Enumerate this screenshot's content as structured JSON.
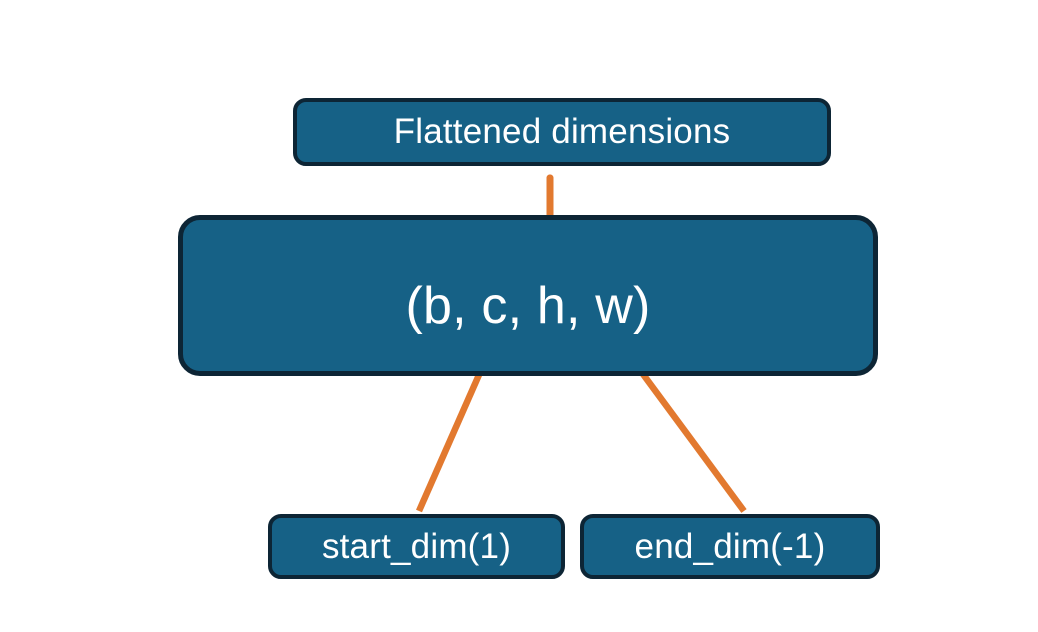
{
  "diagram": {
    "title": "Flatten dimensions diagram",
    "background_color": "#ffffff",
    "node_fill_color": "#166186",
    "node_border_color": "#0d2535",
    "node_text_color": "#ffffff",
    "connector_color": "#e2792f",
    "nodes": {
      "flattened": {
        "label": "Flattened dimensions"
      },
      "shape": {
        "label": "(b, c, h, w)"
      },
      "start_dim": {
        "label": "start_dim(1)"
      },
      "end_dim": {
        "label": "end_dim(-1)"
      }
    },
    "connectors": [
      {
        "name": "brace-flattened-to-shape",
        "type": "curly-brace",
        "from": "shape",
        "to": "flattened"
      },
      {
        "name": "arrow-start-dim-to-shape",
        "type": "arrow",
        "from": "start_dim",
        "to": "shape"
      },
      {
        "name": "arrow-end-dim-to-shape",
        "type": "arrow",
        "from": "end_dim",
        "to": "shape"
      }
    ]
  }
}
